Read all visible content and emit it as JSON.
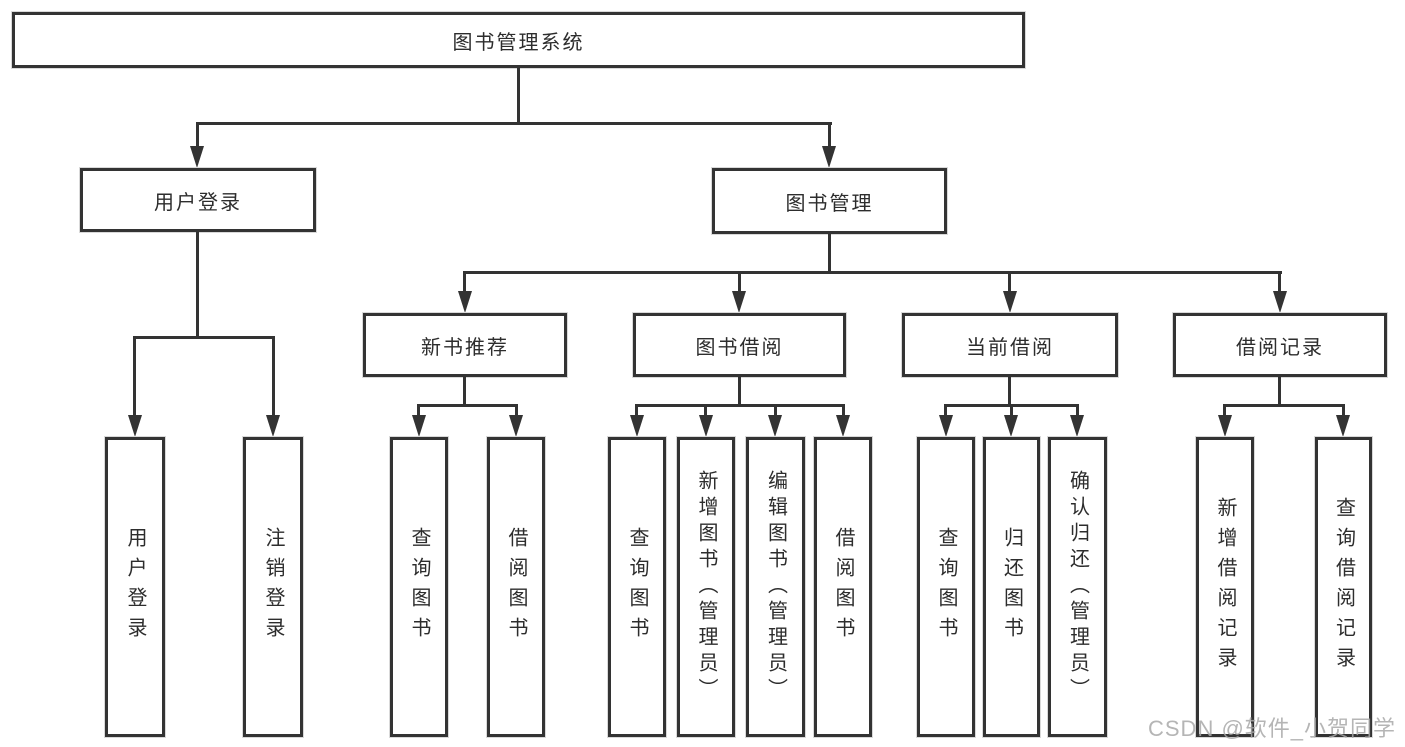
{
  "tree": {
    "root": {
      "label": "图书管理系统"
    },
    "branches": [
      {
        "label": "用户登录",
        "children": [
          {
            "label": "用户登录"
          },
          {
            "label": "注销登录"
          }
        ]
      },
      {
        "label": "图书管理",
        "groups": [
          {
            "label": "新书推荐",
            "children": [
              {
                "label": "查询图书"
              },
              {
                "label": "借阅图书"
              }
            ]
          },
          {
            "label": "图书借阅",
            "children": [
              {
                "label": "查询图书"
              },
              {
                "label": "新增图书（管理员）"
              },
              {
                "label": "编辑图书（管理员）"
              },
              {
                "label": "借阅图书"
              }
            ]
          },
          {
            "label": "当前借阅",
            "children": [
              {
                "label": "查询图书"
              },
              {
                "label": "归还图书"
              },
              {
                "label": "确认归还（管理员）"
              }
            ]
          },
          {
            "label": "借阅记录",
            "children": [
              {
                "label": "新增借阅记录"
              },
              {
                "label": "查询借阅记录"
              }
            ]
          }
        ]
      }
    ]
  },
  "watermark": {
    "text": "CSDN @软件_小贺同学"
  },
  "colors": {
    "line": "#333333",
    "background": "#ffffff",
    "text": "#2d2d2d",
    "watermark": "#a8a8a8"
  }
}
